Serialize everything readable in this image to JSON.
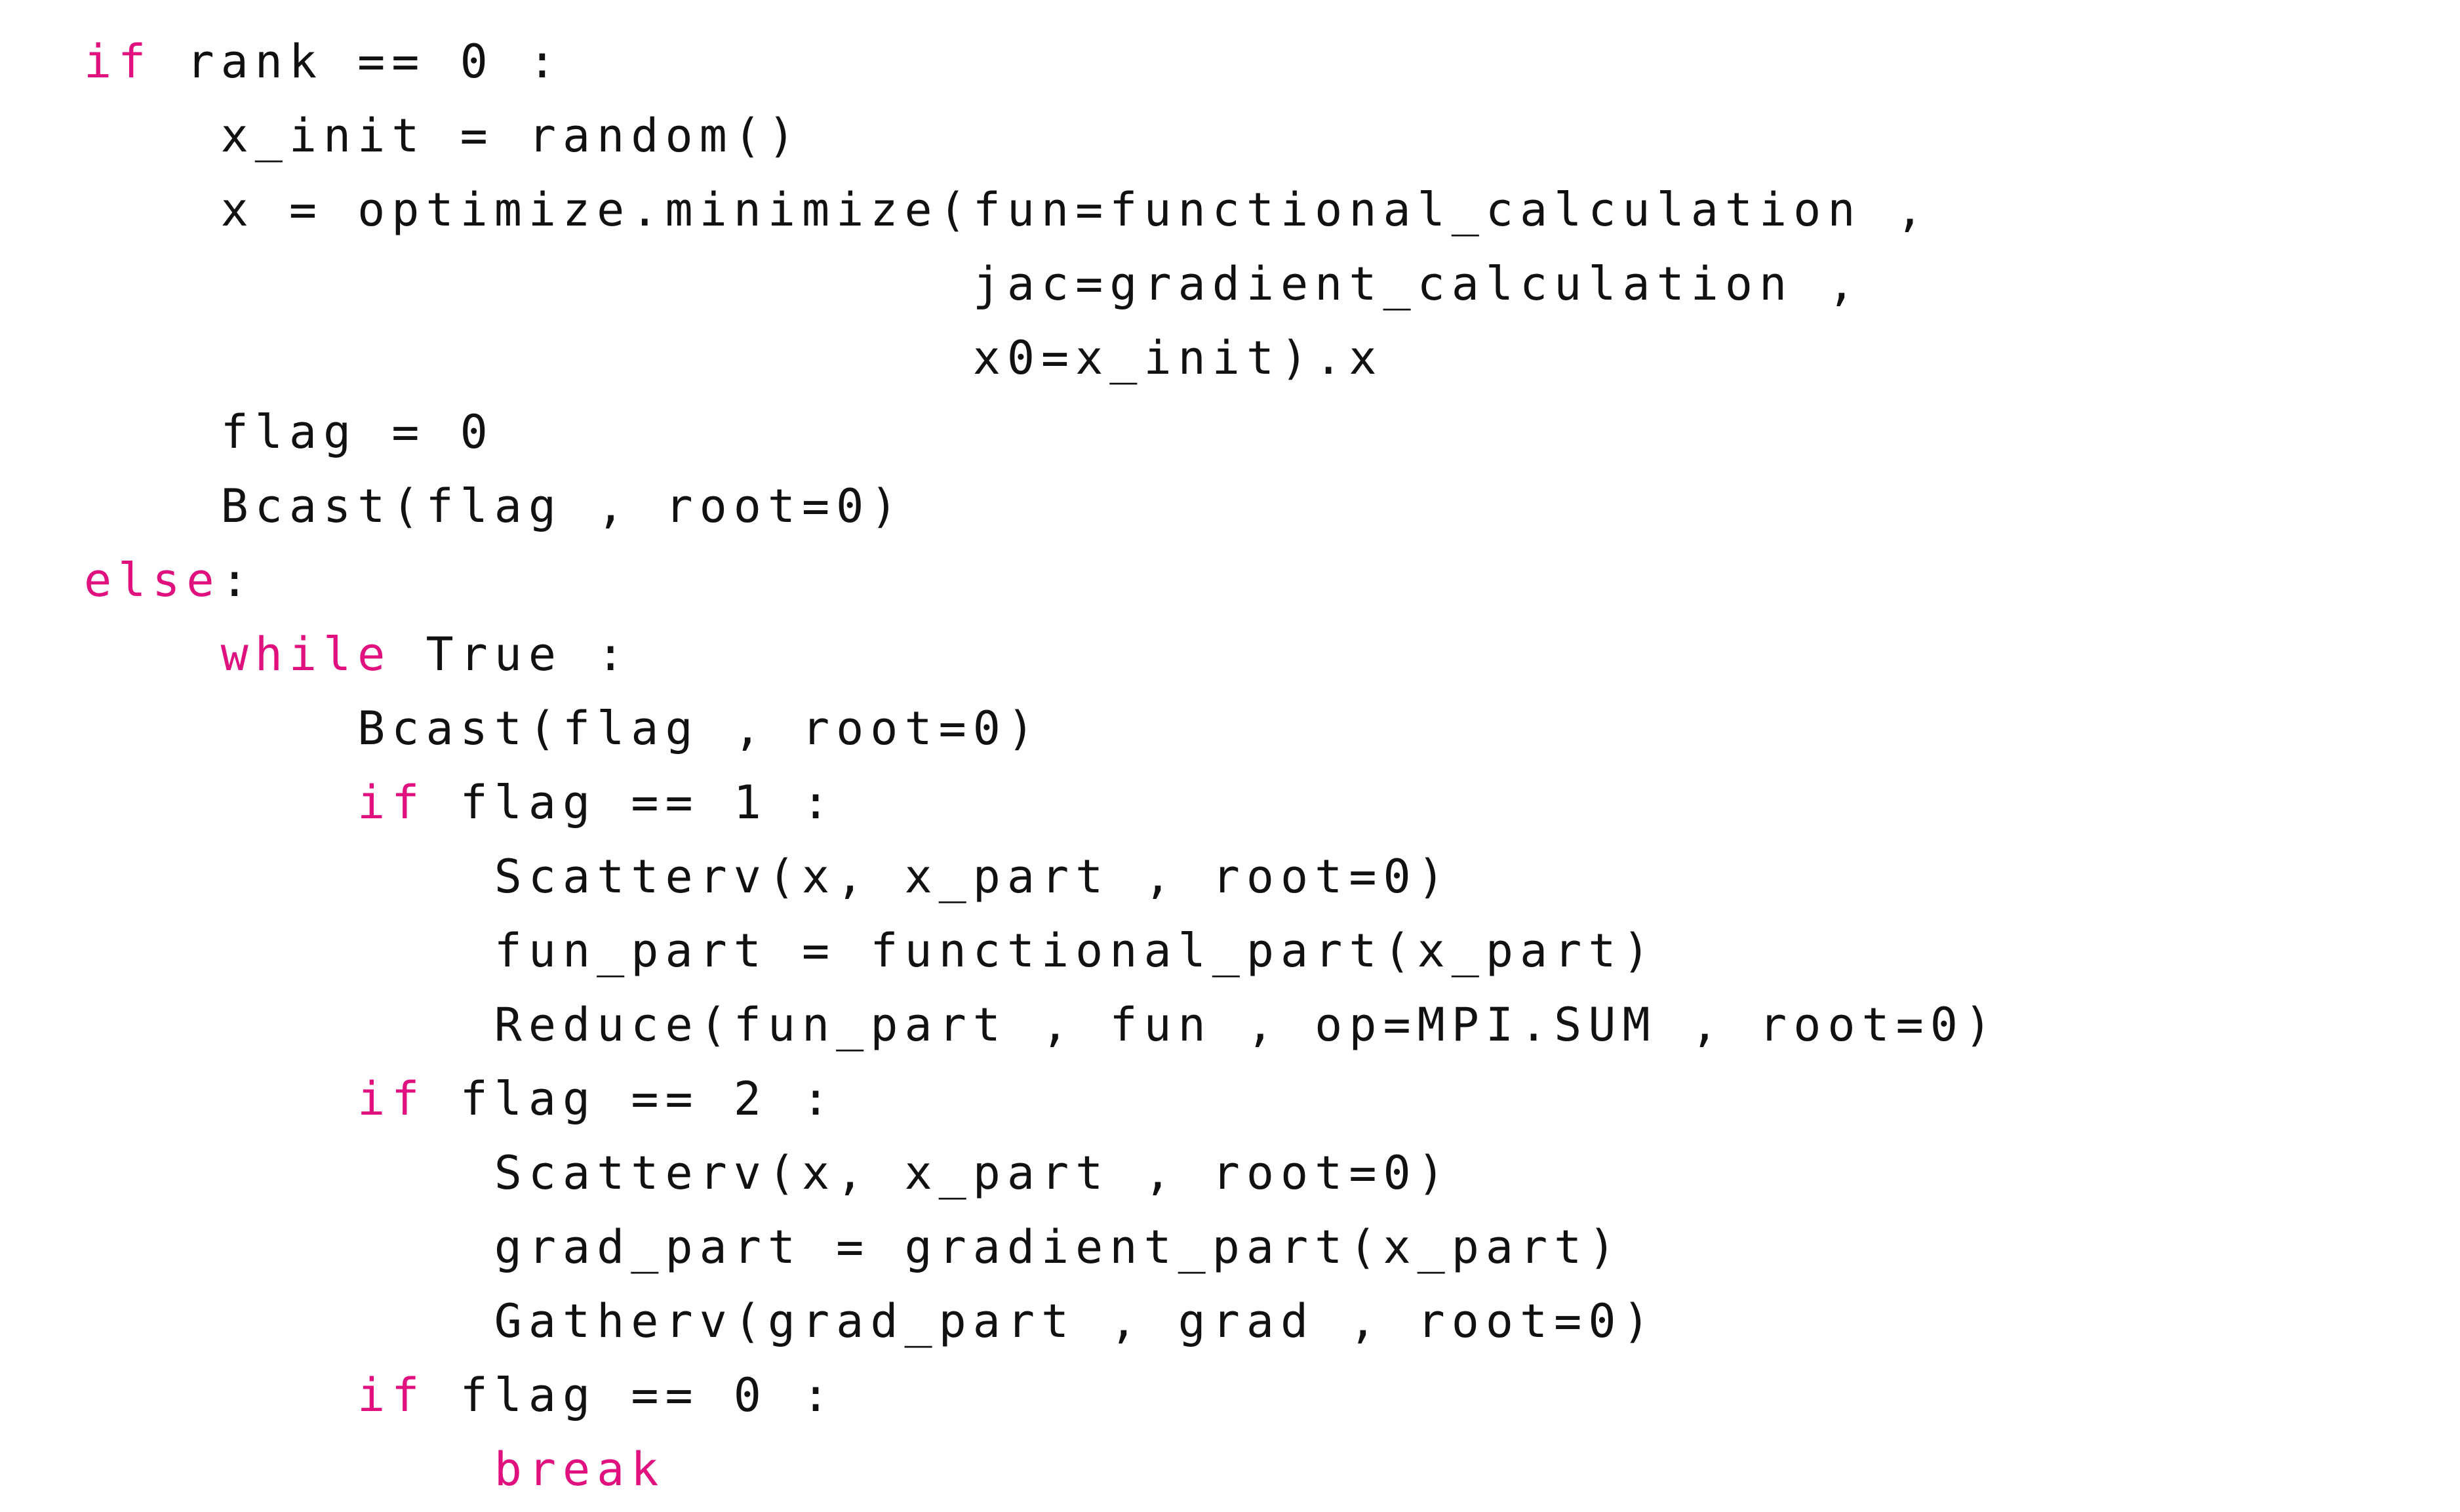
{
  "colors": {
    "keyword": "#e0117f",
    "text": "#111111",
    "background": "#ffffff"
  },
  "code": {
    "lines": [
      {
        "indent": "",
        "keyword": "if",
        "text": " rank == 0 :"
      },
      {
        "indent": "    ",
        "keyword": "",
        "text": "x_init = random()"
      },
      {
        "indent": "    ",
        "keyword": "",
        "text": "x = optimize.minimize(fun=functional_calculation ,"
      },
      {
        "indent": "                          ",
        "keyword": "",
        "text": "jac=gradient_calculation ,"
      },
      {
        "indent": "                          ",
        "keyword": "",
        "text": "x0=x_init).x"
      },
      {
        "indent": "    ",
        "keyword": "",
        "text": "flag = 0"
      },
      {
        "indent": "    ",
        "keyword": "",
        "text": "Bcast(flag , root=0)"
      },
      {
        "indent": "",
        "keyword": "else",
        "text": ":"
      },
      {
        "indent": "    ",
        "keyword": "while",
        "text": " True :"
      },
      {
        "indent": "        ",
        "keyword": "",
        "text": "Bcast(flag , root=0)"
      },
      {
        "indent": "        ",
        "keyword": "if",
        "text": " flag == 1 :"
      },
      {
        "indent": "            ",
        "keyword": "",
        "text": "Scatterv(x, x_part , root=0)"
      },
      {
        "indent": "            ",
        "keyword": "",
        "text": "fun_part = functional_part(x_part)"
      },
      {
        "indent": "            ",
        "keyword": "",
        "text": "Reduce(fun_part , fun , op=MPI.SUM , root=0)"
      },
      {
        "indent": "        ",
        "keyword": "if",
        "text": " flag == 2 :"
      },
      {
        "indent": "            ",
        "keyword": "",
        "text": "Scatterv(x, x_part , root=0)"
      },
      {
        "indent": "            ",
        "keyword": "",
        "text": "grad_part = gradient_part(x_part)"
      },
      {
        "indent": "            ",
        "keyword": "",
        "text": "Gatherv(grad_part , grad , root=0)"
      },
      {
        "indent": "        ",
        "keyword": "if",
        "text": " flag == 0 :"
      },
      {
        "indent": "            ",
        "keyword": "break",
        "text": ""
      }
    ]
  }
}
